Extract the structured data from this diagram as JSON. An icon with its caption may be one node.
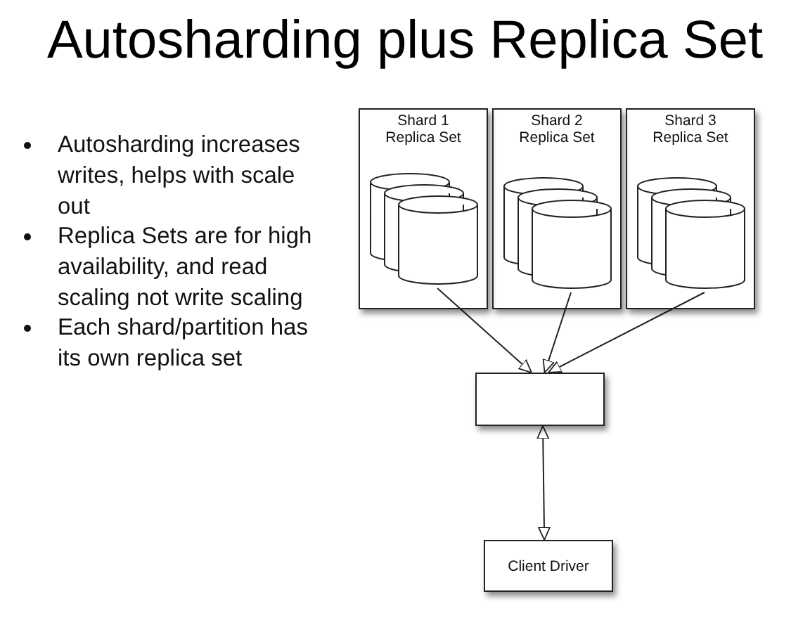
{
  "diagram": {
    "title": "Autosharding plus Replica Set",
    "nodes": [
      {
        "text": [
          "Shard 1 Replica Set"
        ]
      },
      {
        "text": [],
        "shape": "cylinder",
        "in": 0
      },
      {
        "text": [
          "Shard 2 Replica Set"
        ]
      },
      {
        "text": [],
        "shape": "cylinder",
        "in": 2
      },
      {
        "text": [
          "Shard 3 Replica Set"
        ]
      },
      {
        "text": [],
        "shape": "cylinder",
        "in": 4
      },
      {
        "text": [],
        "shape": "box"
      },
      {
        "text": [
          "Client Driver"
        ]
      }
    ],
    "edges": [
      {
        "from": 1,
        "to": 6,
        "arrow": "to"
      },
      {
        "from": 3,
        "to": 6,
        "arrow": "to"
      },
      {
        "from": 5,
        "to": 6,
        "arrow": "to"
      },
      {
        "from": 6,
        "to": 7,
        "arrow": "both"
      }
    ],
    "labels": [
      "Autosharding increases writes, helps with scale out",
      "Replica Sets are for high availability, and read scaling not write scaling",
      "Each shard/partition has its own replica set"
    ]
  }
}
